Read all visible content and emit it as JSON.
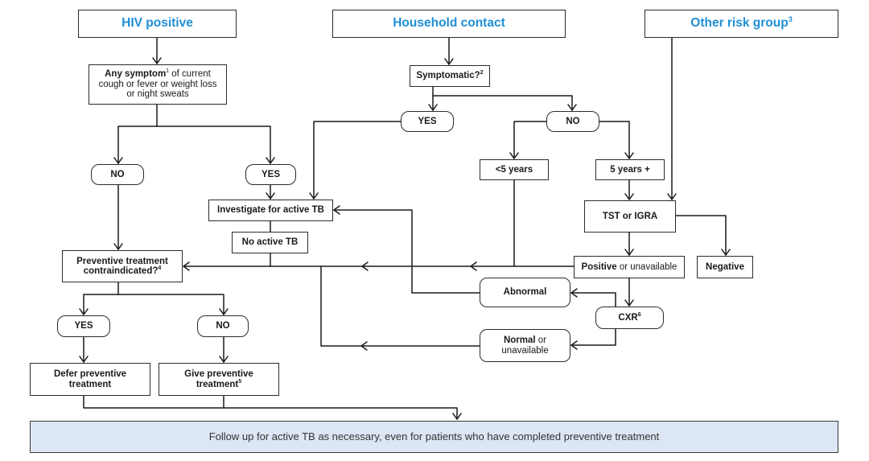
{
  "headers": {
    "hiv": "HIV positive",
    "household": "Household contact",
    "other": "Other risk group",
    "other_sup": "3"
  },
  "symptom": {
    "bold": "Any symptom",
    "sup": "1",
    "line1": " of current",
    "line2": "cough or fever or weight loss",
    "line3": "or night sweats"
  },
  "symptomatic": {
    "label": "Symptomatic?",
    "sup": "2"
  },
  "answers": {
    "yes": "YES",
    "no": "NO"
  },
  "age": {
    "under5": "<5 years",
    "over5": "5 years +"
  },
  "investigate": "Investigate for active TB",
  "no_active_tb": "No active TB",
  "tst": "TST or IGRA",
  "positive": {
    "bold": "Positive",
    "rest": " or unavailable"
  },
  "negative": "Negative",
  "contraindicated": {
    "line1": "Preventive treatment",
    "line2": "contraindicated?",
    "sup": "4"
  },
  "abnormal": "Abnormal",
  "cxr": {
    "label": "CXR",
    "sup": "6"
  },
  "normal": {
    "bold": "Normal",
    "rest": " or",
    "line2": "unavailable"
  },
  "defer": {
    "line1": "Defer preventive",
    "line2": "treatment"
  },
  "give": {
    "line1": "Give preventive",
    "line2": "treatment",
    "sup": "5"
  },
  "footer": "Follow up for active TB as necessary, even for patients who have completed preventive treatment",
  "colors": {
    "header_text": "#1f8fd6",
    "footer_fill": "#dde6f4",
    "line": "#1a1a1a"
  }
}
